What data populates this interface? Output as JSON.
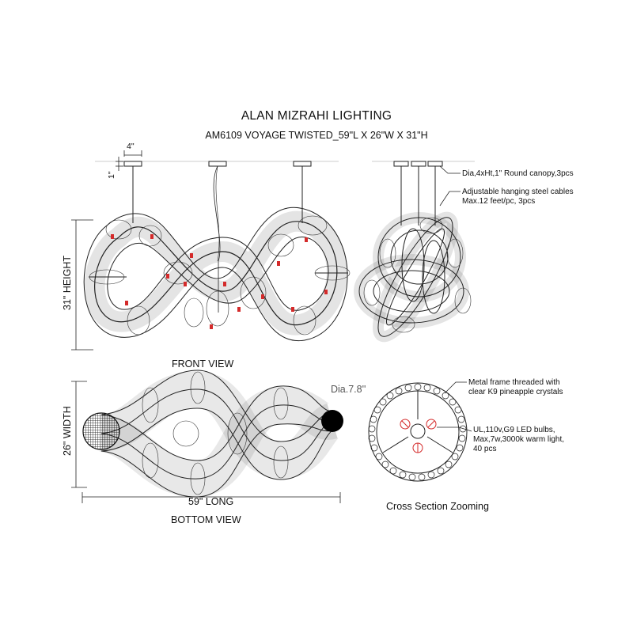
{
  "header": {
    "brand": "ALAN MIZRAHI LIGHTING",
    "model_line": "AM6109 VOYAGE TWISTED_59\"L X 26\"W X 31\"H"
  },
  "dimensions": {
    "canopy_width": "4\"",
    "canopy_height": "1\"",
    "height": "31\" HEIGHT",
    "width": "26\" WIDTH",
    "length": "59\" LONG",
    "cross_section_diameter": "Dia.7.8''"
  },
  "views": {
    "front": "FRONT VIEW",
    "bottom": "BOTTOM VIEW",
    "cross_section": "Cross Section Zooming"
  },
  "notes": {
    "canopy": "Dia,4xHt,1\" Round canopy,3pcs",
    "cables_line1": "Adjustable hanging steel cables",
    "cables_line2": "Max.12 feet/pc, 3pcs",
    "frame_line1": "Metal frame threaded with",
    "frame_line2": "clear K9 pineapple crystals",
    "bulbs_line1": "UL,110v,G9 LED bulbs,",
    "bulbs_line2": "Max,7w,3000k warm light,",
    "bulbs_line3": "40 pcs"
  },
  "colors": {
    "line": "#222222",
    "accent": "#d42a2a",
    "wire_tint": "#b06ab8"
  }
}
